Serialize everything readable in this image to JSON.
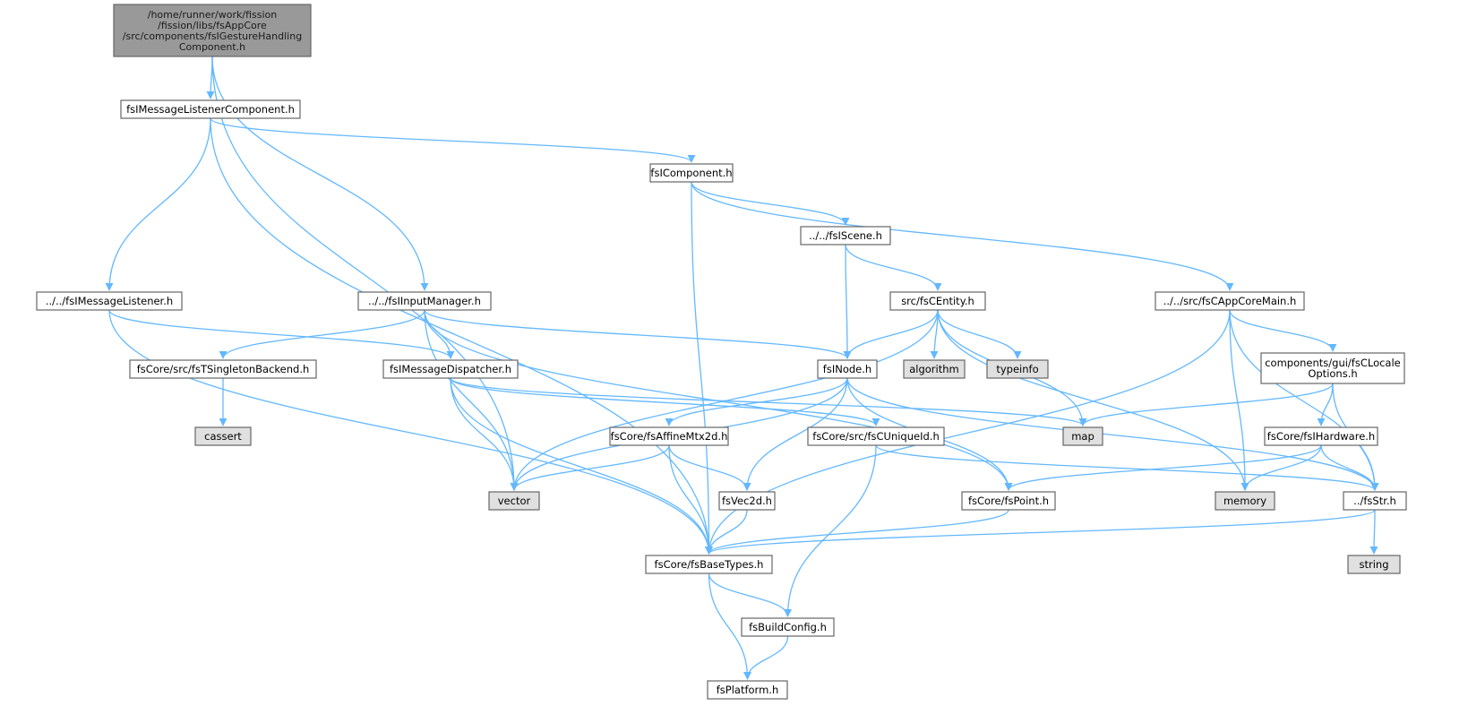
{
  "colors": {
    "root_fill": "#999999",
    "file_fill": "#ffffff",
    "system_fill": "#e0e0e0",
    "border": "#666666",
    "edge": "#63b8ff"
  },
  "nodes": [
    {
      "id": "root",
      "kind": "root",
      "lines": [
        "/home/runner/work/fission",
        "/fission/libs/fsAppCore",
        "/src/components/fsIGestureHandling",
        "Component.h"
      ]
    },
    {
      "id": "msglistenercomp",
      "kind": "file",
      "lines": [
        "fsIMessageListenerComponent.h"
      ]
    },
    {
      "id": "fsicomponent",
      "kind": "file",
      "lines": [
        "fsIComponent.h"
      ]
    },
    {
      "id": "fsiscene",
      "kind": "file",
      "lines": [
        "../../fsIScene.h"
      ]
    },
    {
      "id": "msglistener",
      "kind": "file",
      "lines": [
        "../../fsIMessageListener.h"
      ]
    },
    {
      "id": "inputmanager",
      "kind": "file",
      "lines": [
        "../../fsIInputManager.h"
      ]
    },
    {
      "id": "centity",
      "kind": "file",
      "lines": [
        "src/fsCEntity.h"
      ]
    },
    {
      "id": "appcoremain",
      "kind": "file",
      "lines": [
        "../../src/fsCAppCoreMain.h"
      ]
    },
    {
      "id": "singleton",
      "kind": "file",
      "lines": [
        "fsCore/src/fsTSingletonBackend.h"
      ]
    },
    {
      "id": "dispatcher",
      "kind": "file",
      "lines": [
        "fsIMessageDispatcher.h"
      ]
    },
    {
      "id": "inode",
      "kind": "file",
      "lines": [
        "fsINode.h"
      ]
    },
    {
      "id": "algorithm",
      "kind": "system",
      "lines": [
        "algorithm"
      ]
    },
    {
      "id": "typeinfo",
      "kind": "system",
      "lines": [
        "typeinfo"
      ]
    },
    {
      "id": "locale",
      "kind": "file",
      "lines": [
        "components/gui/fsCLocale",
        "Options.h"
      ]
    },
    {
      "id": "cassert",
      "kind": "system",
      "lines": [
        "cassert"
      ]
    },
    {
      "id": "affine",
      "kind": "file",
      "lines": [
        "fsCore/fsAffineMtx2d.h"
      ]
    },
    {
      "id": "uniqueid",
      "kind": "file",
      "lines": [
        "fsCore/src/fsCUniqueId.h"
      ]
    },
    {
      "id": "map",
      "kind": "system",
      "lines": [
        "map"
      ]
    },
    {
      "id": "hardware",
      "kind": "file",
      "lines": [
        "fsCore/fsIHardware.h"
      ]
    },
    {
      "id": "vector",
      "kind": "system",
      "lines": [
        "vector"
      ]
    },
    {
      "id": "vec2d",
      "kind": "file",
      "lines": [
        "fsVec2d.h"
      ]
    },
    {
      "id": "point",
      "kind": "file",
      "lines": [
        "fsCore/fsPoint.h"
      ]
    },
    {
      "id": "memory",
      "kind": "system",
      "lines": [
        "memory"
      ]
    },
    {
      "id": "fsstr",
      "kind": "file",
      "lines": [
        "../fsStr.h"
      ]
    },
    {
      "id": "basetypes",
      "kind": "file",
      "lines": [
        "fsCore/fsBaseTypes.h"
      ]
    },
    {
      "id": "string",
      "kind": "system",
      "lines": [
        "string"
      ]
    },
    {
      "id": "buildconfig",
      "kind": "file",
      "lines": [
        "fsBuildConfig.h"
      ]
    },
    {
      "id": "platform",
      "kind": "file",
      "lines": [
        "fsPlatform.h"
      ]
    }
  ],
  "edges": [
    [
      "root",
      "msglistenercomp"
    ],
    [
      "root",
      "inputmanager"
    ],
    [
      "root",
      "vector"
    ],
    [
      "msglistenercomp",
      "fsicomponent"
    ],
    [
      "msglistenercomp",
      "msglistener"
    ],
    [
      "msglistenercomp",
      "basetypes"
    ],
    [
      "fsicomponent",
      "fsiscene"
    ],
    [
      "fsicomponent",
      "appcoremain"
    ],
    [
      "fsicomponent",
      "basetypes"
    ],
    [
      "fsiscene",
      "centity"
    ],
    [
      "fsiscene",
      "inode"
    ],
    [
      "msglistener",
      "dispatcher"
    ],
    [
      "msglistener",
      "basetypes"
    ],
    [
      "inputmanager",
      "singleton"
    ],
    [
      "inputmanager",
      "dispatcher"
    ],
    [
      "inputmanager",
      "inode"
    ],
    [
      "inputmanager",
      "vector"
    ],
    [
      "inputmanager",
      "point"
    ],
    [
      "centity",
      "inode"
    ],
    [
      "centity",
      "algorithm"
    ],
    [
      "centity",
      "typeinfo"
    ],
    [
      "centity",
      "map"
    ],
    [
      "centity",
      "memory"
    ],
    [
      "centity",
      "vector"
    ],
    [
      "appcoremain",
      "locale"
    ],
    [
      "appcoremain",
      "memory"
    ],
    [
      "appcoremain",
      "fsstr"
    ],
    [
      "appcoremain",
      "basetypes"
    ],
    [
      "singleton",
      "cassert"
    ],
    [
      "dispatcher",
      "uniqueid"
    ],
    [
      "dispatcher",
      "map"
    ],
    [
      "dispatcher",
      "vector"
    ],
    [
      "dispatcher",
      "basetypes"
    ],
    [
      "inode",
      "affine"
    ],
    [
      "inode",
      "vec2d"
    ],
    [
      "inode",
      "point"
    ],
    [
      "inode",
      "fsstr"
    ],
    [
      "inode",
      "vector"
    ],
    [
      "locale",
      "hardware"
    ],
    [
      "locale",
      "map"
    ],
    [
      "locale",
      "fsstr"
    ],
    [
      "affine",
      "vector"
    ],
    [
      "affine",
      "vec2d"
    ],
    [
      "affine",
      "basetypes"
    ],
    [
      "uniqueid",
      "fsstr"
    ],
    [
      "uniqueid",
      "buildconfig"
    ],
    [
      "hardware",
      "memory"
    ],
    [
      "hardware",
      "fsstr"
    ],
    [
      "hardware",
      "point"
    ],
    [
      "vec2d",
      "basetypes"
    ],
    [
      "point",
      "basetypes"
    ],
    [
      "fsstr",
      "string"
    ],
    [
      "fsstr",
      "basetypes"
    ],
    [
      "basetypes",
      "buildconfig"
    ],
    [
      "basetypes",
      "platform"
    ],
    [
      "buildconfig",
      "platform"
    ]
  ]
}
